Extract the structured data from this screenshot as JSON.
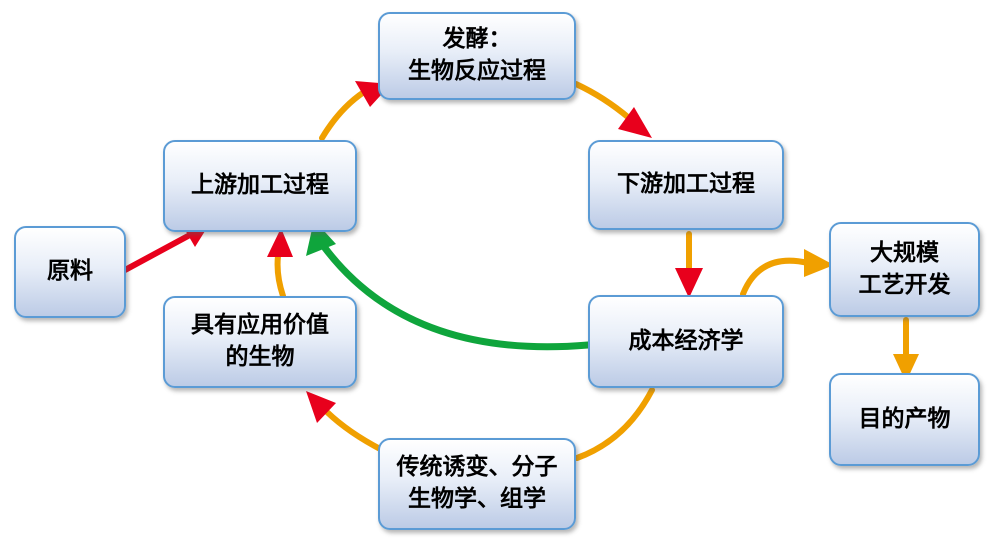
{
  "diagram": {
    "nodes": {
      "raw_material": {
        "lines": [
          "原料"
        ]
      },
      "upstream": {
        "lines": [
          "上游加工过程"
        ]
      },
      "fermentation": {
        "lines": [
          "发酵：",
          "生物反应过程"
        ]
      },
      "downstream": {
        "lines": [
          "下游加工过程"
        ]
      },
      "economics": {
        "lines": [
          "成本经济学"
        ]
      },
      "valuable_organism": {
        "lines": [
          "具有应用价值",
          "的生物"
        ]
      },
      "mutation": {
        "lines": [
          "传统诱变、分子",
          "生物学、组学"
        ]
      },
      "scale_up": {
        "lines": [
          "大规模",
          "工艺开发"
        ]
      },
      "target_product": {
        "lines": [
          "目的产物"
        ]
      }
    },
    "colors": {
      "orange": "#f0a000",
      "red": "#e8001c",
      "green": "#0fa53c",
      "node_border": "#5b9bd5",
      "node_fill_top": "#ffffff",
      "node_fill_bottom": "#bccbe6"
    }
  }
}
